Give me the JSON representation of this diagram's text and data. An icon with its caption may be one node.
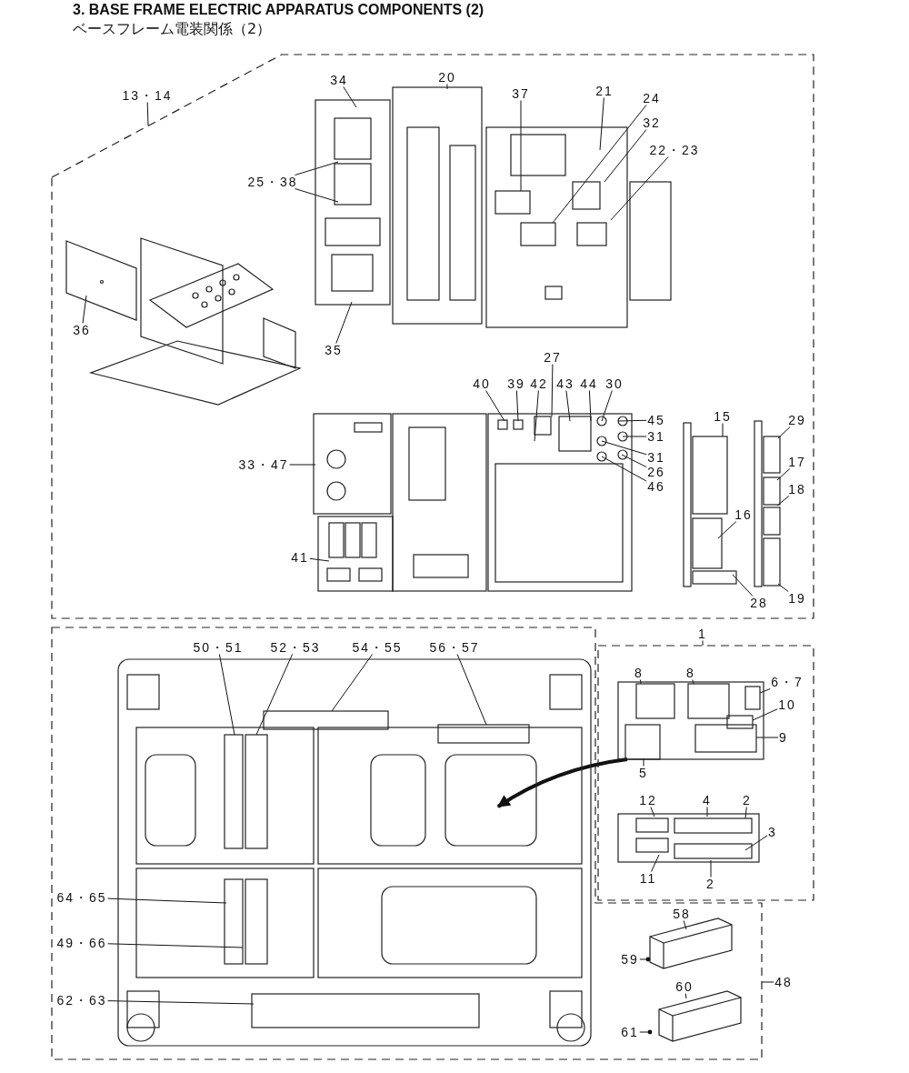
{
  "diagram": {
    "title": "3. BASE FRAME ELECTRIC APPARATUS COMPONENTS (2)",
    "nodes": [
      {
        "text": [],
        "shape": "box"
      },
      {
        "text": [
          "13・14"
        ]
      },
      {
        "text": [
          "34"
        ],
        "in": 0
      },
      {
        "text": [
          "20"
        ],
        "in": 0
      },
      {
        "text": [
          "37"
        ],
        "in": 0
      },
      {
        "text": [
          "21"
        ],
        "in": 0
      },
      {
        "text": [
          "24"
        ],
        "in": 0
      },
      {
        "text": [
          "32"
        ],
        "in": 0
      },
      {
        "text": [
          "22・23"
        ],
        "in": 0
      },
      {
        "text": [
          "25・38"
        ],
        "in": 0
      },
      {
        "text": [
          "36"
        ],
        "in": 0
      },
      {
        "text": [
          "35"
        ],
        "in": 0
      },
      {
        "text": [
          "27"
        ],
        "in": 0
      },
      {
        "text": [
          "40"
        ],
        "in": 0
      },
      {
        "text": [
          "39"
        ],
        "in": 0
      },
      {
        "text": [
          "42"
        ],
        "in": 0
      },
      {
        "text": [
          "43"
        ],
        "in": 0
      },
      {
        "text": [
          "44"
        ],
        "in": 0
      },
      {
        "text": [
          "30"
        ],
        "in": 0
      },
      {
        "text": [
          "45"
        ],
        "in": 0
      },
      {
        "text": [
          "31"
        ],
        "in": 0
      },
      {
        "text": [
          "31"
        ],
        "in": 0
      },
      {
        "text": [
          "26"
        ],
        "in": 0
      },
      {
        "text": [
          "46"
        ],
        "in": 0
      },
      {
        "text": [
          "33・47"
        ],
        "in": 0
      },
      {
        "text": [
          "41"
        ],
        "in": 0
      },
      {
        "text": [
          "15"
        ],
        "in": 0
      },
      {
        "text": [
          "16"
        ],
        "in": 0
      },
      {
        "text": [
          "28"
        ],
        "in": 0
      },
      {
        "text": [
          "29"
        ],
        "in": 0
      },
      {
        "text": [
          "17"
        ],
        "in": 0
      },
      {
        "text": [
          "18"
        ],
        "in": 0
      },
      {
        "text": [
          "19"
        ],
        "in": 0
      },
      {
        "text": [],
        "shape": "box"
      },
      {
        "text": [
          "48"
        ]
      },
      {
        "text": [
          "50・51"
        ],
        "in": 33
      },
      {
        "text": [
          "52・53"
        ],
        "in": 33
      },
      {
        "text": [
          "54・55"
        ],
        "in": 33
      },
      {
        "text": [
          "56・57"
        ],
        "in": 33
      },
      {
        "text": [
          "64・65"
        ],
        "in": 33
      },
      {
        "text": [
          "49・66"
        ],
        "in": 33
      },
      {
        "text": [
          "62・63"
        ],
        "in": 33
      },
      {
        "text": [
          "58"
        ],
        "in": 33
      },
      {
        "text": [
          "59"
        ],
        "in": 33
      },
      {
        "text": [
          "60"
        ],
        "in": 33
      },
      {
        "text": [
          "61"
        ],
        "in": 33
      },
      {
        "text": [],
        "shape": "box"
      },
      {
        "text": [
          "1"
        ]
      },
      {
        "text": [
          "8"
        ],
        "in": 46
      },
      {
        "text": [
          "8"
        ],
        "in": 46
      },
      {
        "text": [
          "6・7"
        ],
        "in": 46
      },
      {
        "text": [
          "10"
        ],
        "in": 46
      },
      {
        "text": [
          "9"
        ],
        "in": 46
      },
      {
        "text": [
          "5"
        ],
        "in": 46
      },
      {
        "text": [
          "12"
        ],
        "in": 46
      },
      {
        "text": [
          "4"
        ],
        "in": 46
      },
      {
        "text": [
          "2"
        ],
        "in": 46
      },
      {
        "text": [
          "3"
        ],
        "in": 46
      },
      {
        "text": [
          "11"
        ],
        "in": 46
      },
      {
        "text": [
          "2"
        ],
        "in": 46
      },
      {
        "text": [],
        "shape": "picture",
        "in": 0
      },
      {
        "text": [],
        "shape": "picture",
        "in": 0
      },
      {
        "text": [],
        "shape": "picture",
        "in": 0
      },
      {
        "text": [],
        "shape": "picture",
        "in": 0
      },
      {
        "text": [],
        "shape": "picture",
        "in": 0
      },
      {
        "text": [],
        "shape": "picture",
        "in": 0
      },
      {
        "text": [],
        "shape": "picture",
        "in": 0
      },
      {
        "text": [],
        "shape": "picture",
        "in": 0
      },
      {
        "text": [],
        "shape": "picture",
        "in": 0
      },
      {
        "text": [],
        "shape": "picture",
        "in": 33
      },
      {
        "text": [],
        "shape": "picture",
        "in": 33
      },
      {
        "text": [],
        "shape": "picture",
        "in": 33
      },
      {
        "text": [],
        "shape": "picture",
        "in": 46
      },
      {
        "text": [],
        "shape": "picture",
        "in": 46
      }
    ],
    "edges": [
      {
        "from": 1,
        "to": 0,
        "arrow": "none"
      },
      {
        "from": 2,
        "to": 61,
        "arrow": "none"
      },
      {
        "from": 3,
        "to": 62,
        "arrow": "none"
      },
      {
        "from": 4,
        "to": 63,
        "arrow": "none"
      },
      {
        "from": 5,
        "to": 63,
        "arrow": "none"
      },
      {
        "from": 6,
        "to": 63,
        "arrow": "none"
      },
      {
        "from": 7,
        "to": 63,
        "arrow": "none"
      },
      {
        "from": 8,
        "to": 63,
        "arrow": "none"
      },
      {
        "from": 9,
        "to": 61,
        "arrow": "none"
      },
      {
        "from": 9,
        "to": 61,
        "arrow": "none"
      },
      {
        "from": 10,
        "to": 60,
        "arrow": "none"
      },
      {
        "from": 11,
        "to": 61,
        "arrow": "none"
      },
      {
        "from": 12,
        "to": 66,
        "arrow": "none"
      },
      {
        "from": 13,
        "to": 66,
        "arrow": "none"
      },
      {
        "from": 14,
        "to": 66,
        "arrow": "none"
      },
      {
        "from": 15,
        "to": 66,
        "arrow": "none"
      },
      {
        "from": 16,
        "to": 66,
        "arrow": "none"
      },
      {
        "from": 17,
        "to": 66,
        "arrow": "none"
      },
      {
        "from": 18,
        "to": 66,
        "arrow": "none"
      },
      {
        "from": 19,
        "to": 66,
        "arrow": "none"
      },
      {
        "from": 20,
        "to": 66,
        "arrow": "none"
      },
      {
        "from": 21,
        "to": 66,
        "arrow": "none"
      },
      {
        "from": 22,
        "to": 66,
        "arrow": "none"
      },
      {
        "from": 23,
        "to": 66,
        "arrow": "none"
      },
      {
        "from": 24,
        "to": 64,
        "arrow": "none"
      },
      {
        "from": 25,
        "to": 65,
        "arrow": "none"
      },
      {
        "from": 26,
        "to": 67,
        "arrow": "none"
      },
      {
        "from": 27,
        "to": 67,
        "arrow": "none"
      },
      {
        "from": 28,
        "to": 67,
        "arrow": "none"
      },
      {
        "from": 29,
        "to": 68,
        "arrow": "none"
      },
      {
        "from": 30,
        "to": 68,
        "arrow": "none"
      },
      {
        "from": 31,
        "to": 68,
        "arrow": "none"
      },
      {
        "from": 32,
        "to": 68,
        "arrow": "none"
      },
      {
        "from": 34,
        "to": 33,
        "arrow": "none"
      },
      {
        "from": 35,
        "to": 69,
        "arrow": "none"
      },
      {
        "from": 36,
        "to": 69,
        "arrow": "none"
      },
      {
        "from": 37,
        "to": 69,
        "arrow": "none"
      },
      {
        "from": 38,
        "to": 69,
        "arrow": "none"
      },
      {
        "from": 39,
        "to": 69,
        "arrow": "none"
      },
      {
        "from": 40,
        "to": 69,
        "arrow": "none"
      },
      {
        "from": 41,
        "to": 69,
        "arrow": "none"
      },
      {
        "from": 42,
        "to": 70,
        "arrow": "none"
      },
      {
        "from": 43,
        "to": null,
        "arrow": "other"
      },
      {
        "from": 44,
        "to": 71,
        "arrow": "none"
      },
      {
        "from": 45,
        "to": null,
        "arrow": "other"
      },
      {
        "from": 47,
        "to": 46,
        "arrow": "none"
      },
      {
        "from": 48,
        "to": 72,
        "arrow": "none"
      },
      {
        "from": 49,
        "to": 72,
        "arrow": "none"
      },
      {
        "from": 50,
        "to": 72,
        "arrow": "none"
      },
      {
        "from": 51,
        "to": 72,
        "arrow": "none"
      },
      {
        "from": 52,
        "to": 72,
        "arrow": "none"
      },
      {
        "from": 53,
        "to": 72,
        "arrow": "none"
      },
      {
        "from": 54,
        "to": 73,
        "arrow": "none"
      },
      {
        "from": 55,
        "to": 73,
        "arrow": "none"
      },
      {
        "from": 56,
        "to": 73,
        "arrow": "none"
      },
      {
        "from": 57,
        "to": 73,
        "arrow": "none"
      },
      {
        "from": 58,
        "to": 73,
        "arrow": "none"
      },
      {
        "from": 59,
        "to": 73,
        "arrow": "none"
      },
      {
        "from": 72,
        "to": 69,
        "arrow": "to",
        "style": "thick"
      }
    ],
    "labels": [
      "ベースフレーム電装関係（2）"
    ]
  }
}
